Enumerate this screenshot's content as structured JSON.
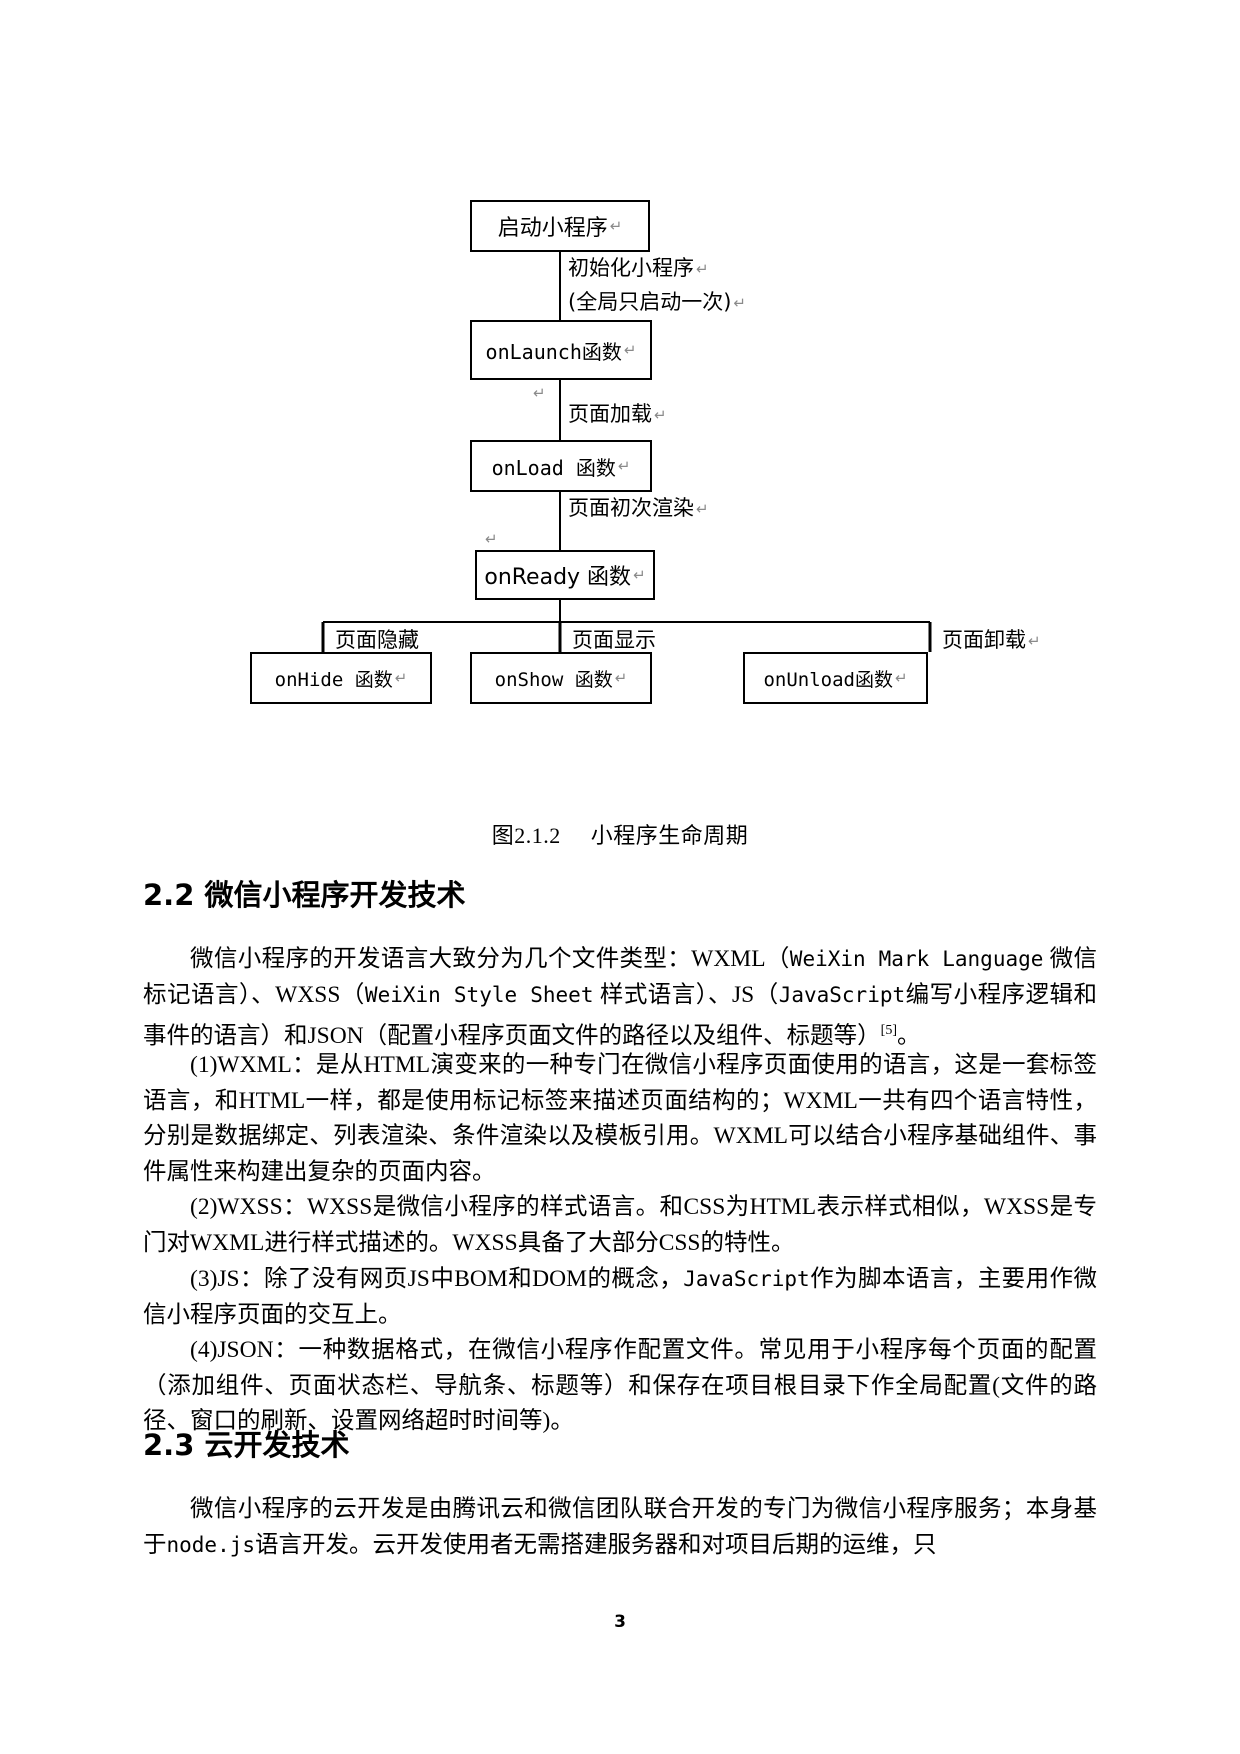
{
  "document": {
    "page_number": "3",
    "figure": {
      "caption_label": "图2.1.2",
      "caption_title": "小程序生命周期",
      "nodes": [
        {
          "id": "start",
          "label": "启动小程序",
          "mark": "↵"
        },
        {
          "id": "onlaunch",
          "label": "onLaunch函数",
          "mark": "↵"
        },
        {
          "id": "onload",
          "label": "onLoad 函数",
          "mark": "↵"
        },
        {
          "id": "onready",
          "label": "onReady 函数",
          "mark": "↵"
        },
        {
          "id": "onhide",
          "label": "onHide 函数",
          "mark": "↵"
        },
        {
          "id": "onshow",
          "label": "onShow 函数",
          "mark": "↵"
        },
        {
          "id": "onunload",
          "label": "onUnload函数",
          "mark": "↵"
        }
      ],
      "edge_labels": [
        {
          "id": "init1",
          "text": "初始化小程序",
          "mark": "↵"
        },
        {
          "id": "init2",
          "text": "(全局只启动一次)",
          "mark": "↵"
        },
        {
          "id": "pageload",
          "text": "页面加载",
          "mark": "↵"
        },
        {
          "id": "firstrender",
          "text": "页面初次渲染",
          "mark": "↵"
        },
        {
          "id": "hide",
          "text": "页面隐藏",
          "mark": ""
        },
        {
          "id": "show",
          "text": "页面显示",
          "mark": ""
        },
        {
          "id": "unload",
          "text": "页面卸载",
          "mark": "↵"
        }
      ],
      "return_marks": [
        "↵",
        "↵"
      ]
    },
    "headings": {
      "s22": "2.2  微信小程序开发技术",
      "s23": "2.3  云开发技术"
    },
    "paragraphs": {
      "intro_a": "微信小程序的开发语言大致分为几个文件类型：WXML（",
      "intro_mono1": "WeiXin Mark Language",
      "intro_b": " 微信标记语言）、WXSS（",
      "intro_mono2": "WeiXin Style Sheet",
      "intro_c": " 样式语言）、JS（",
      "intro_mono3": "JavaScript",
      "intro_d": "编写小程序逻辑和事件的语言）和JSON（配置小程序页面文件的路径以及组件、标题等）",
      "intro_cite": "[5]",
      "intro_end": "。",
      "p1": "(1)WXML：是从HTML演变来的一种专门在微信小程序页面使用的语言，这是一套标签语言，和HTML一样，都是使用标记标签来描述页面结构的；WXML一共有四个语言特性，分别是数据绑定、列表渲染、条件渲染以及模板引用。WXML可以结合小程序基础组件、事件属性来构建出复杂的页面内容。",
      "p2": "(2)WXSS：WXSS是微信小程序的样式语言。和CSS为HTML表示样式相似，WXSS是专门对WXML进行样式描述的。WXSS具备了大部分CSS的特性。",
      "p3_a": "(3)JS：除了没有网页JS中BOM和DOM的概念，",
      "p3_mono": "JavaScript",
      "p3_b": "作为脚本语言，主要用作微信小程序页面的交互上。",
      "p4": "(4)JSON：一种数据格式，在微信小程序作配置文件。常见用于小程序每个页面的配置（添加组件、页面状态栏、导航条、标题等）和保存在项目根目录下作全局配置(文件的路径、窗口的刷新、设置网络超时时间等)。",
      "cloud_a": "微信小程序的云开发是由腾讯云和微信团队联合开发的专门为微信小程序服务；本身基于",
      "cloud_mono": "node.js",
      "cloud_b": "语言开发。云开发使用者无需搭建服务器和对项目后期的运维，只"
    }
  }
}
